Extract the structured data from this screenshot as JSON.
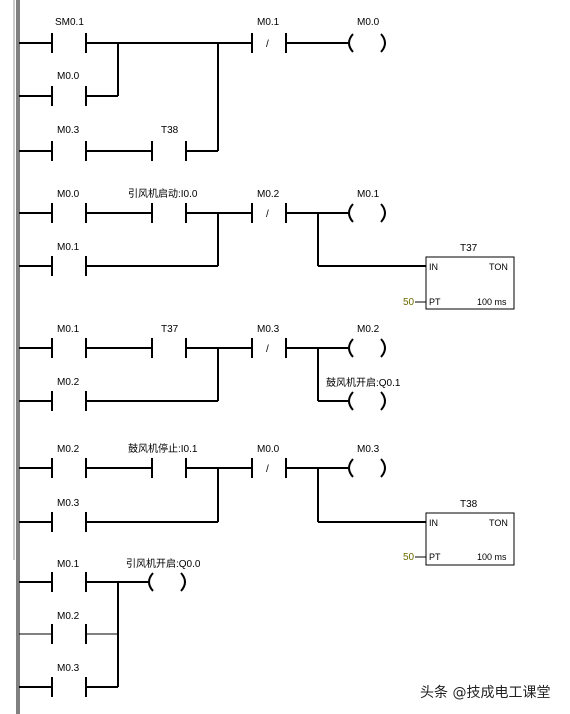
{
  "networks": [
    {
      "contacts": [
        "SM0.1",
        "M0.0",
        "M0.3",
        "T38",
        "M0.1"
      ],
      "nc_symbol": "/",
      "coil": "M0.0"
    },
    {
      "contacts": [
        "M0.0",
        "引风机启动:I0.0",
        "M0.1",
        "M0.2"
      ],
      "nc_symbol": "/",
      "coil": "M0.1",
      "timer": {
        "name": "T37",
        "in": "IN",
        "ton": "TON",
        "pt": "PT",
        "pt_value": "50",
        "base": "100 ms"
      }
    },
    {
      "contacts": [
        "M0.1",
        "T37",
        "M0.2",
        "M0.3"
      ],
      "nc_symbol": "/",
      "coil": "M0.2",
      "coil2": "鼓风机开启:Q0.1"
    },
    {
      "contacts": [
        "M0.2",
        "鼓风机停止:I0.1",
        "M0.3",
        "M0.0"
      ],
      "nc_symbol": "/",
      "coil": "M0.3",
      "timer": {
        "name": "T38",
        "in": "IN",
        "ton": "TON",
        "pt": "PT",
        "pt_value": "50",
        "base": "100 ms"
      }
    },
    {
      "contacts": [
        "M0.1",
        "M0.2",
        "M0.3"
      ],
      "coil": "引风机开启:Q0.0"
    }
  ],
  "watermark": "头条 @技成电工课堂"
}
